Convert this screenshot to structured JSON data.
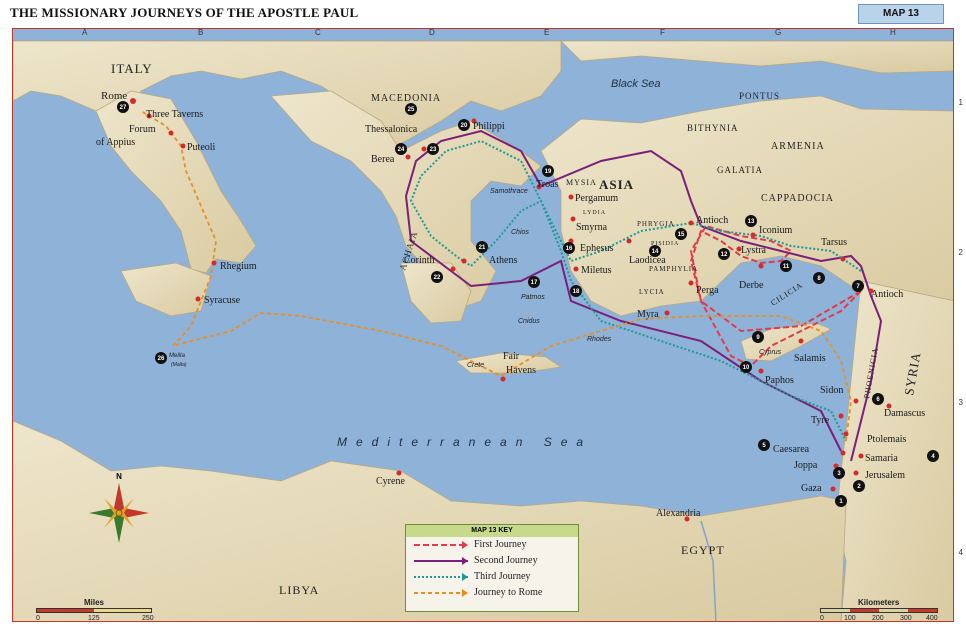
{
  "header": {
    "title": "THE MISSIONARY JOURNEYS OF THE APOSTLE PAUL",
    "map_label": "MAP 13"
  },
  "grid": {
    "columns": [
      "A",
      "B",
      "C",
      "D",
      "E",
      "F",
      "G",
      "H"
    ],
    "rows": [
      "1",
      "2",
      "3",
      "4"
    ]
  },
  "regions": {
    "italy": "ITALY",
    "macedonia": "MACEDONIA",
    "achaia": "ACHAIA",
    "asia": "ASIA",
    "mysia": "MYSIA",
    "lydia": "LYDIA",
    "phrygia": "PHRYGIA",
    "pisidia": "PISIDIA",
    "pamphylia": "PAMPHYLIA",
    "lycia": "LYCIA",
    "pontus": "PONTUS",
    "bithynia": "BITHYNIA",
    "armenia": "ARMENIA",
    "galatia": "GALATIA",
    "cappadocia": "CAPPADOCIA",
    "cilicia": "CILICIA",
    "syria": "SYRIA",
    "phoenicia": "PHOENICIA",
    "egypt": "EGYPT",
    "libya": "LIBYA"
  },
  "seas": {
    "black_sea": "Black Sea",
    "mediterranean": "Mediterranean Sea"
  },
  "islands": {
    "samothrace": "Samothrace",
    "chios": "Chios",
    "patmos": "Patmos",
    "cnidus": "Cnidus",
    "rhodes": "Rhodes",
    "cyprus": "Cyprus",
    "crete": "Crete",
    "melita": "Melita",
    "malta": "(Malta)"
  },
  "cities": {
    "rome": "Rome",
    "three_taverns": "Three Taverns",
    "forum_1": "Forum",
    "forum_2": "of Appius",
    "puteoli": "Puteoli",
    "rhegium": "Rhegium",
    "syracuse": "Syracuse",
    "thessalonica": "Thessalonica",
    "philippi": "Philippi",
    "berea": "Berea",
    "troas": "Troas",
    "pergamum": "Pergamum",
    "smyrna": "Smyrna",
    "ephesus": "Ephesus",
    "miletus": "Miletus",
    "athens": "Athens",
    "corinth": "Corinth",
    "laodicea": "Laodicea",
    "antioch_pisidia": "Antioch",
    "iconium": "Iconium",
    "lystra": "Lystra",
    "derbe": "Derbe",
    "perga": "Perga",
    "tarsus": "Tarsus",
    "antioch_syria": "Antioch",
    "myra": "Myra",
    "salamis": "Salamis",
    "paphos": "Paphos",
    "sidon": "Sidon",
    "damascus": "Damascus",
    "tyre": "Tyre",
    "ptolemais": "Ptolemais",
    "caesarea": "Caesarea",
    "samaria": "Samaria",
    "joppa": "Joppa",
    "jerusalem": "Jerusalem",
    "gaza": "Gaza",
    "fair_havens_1": "Fair",
    "fair_havens_2": "Havens",
    "cyrene": "Cyrene",
    "alexandria": "Alexandria"
  },
  "compass": {
    "north": "N"
  },
  "legend": {
    "title": "MAP 13 KEY",
    "items": [
      {
        "label": "First Journey",
        "color": "#e03c4b"
      },
      {
        "label": "Second Journey",
        "color": "#7a1f7a"
      },
      {
        "label": "Third Journey",
        "color": "#1e9a95"
      },
      {
        "label": "Journey to Rome",
        "color": "#e88f22"
      }
    ]
  },
  "scale_miles": {
    "title": "Miles",
    "ticks": [
      "0",
      "125",
      "250"
    ]
  },
  "scale_km": {
    "title": "Kilometers",
    "ticks": [
      "0",
      "100",
      "200",
      "300",
      "400"
    ]
  },
  "markers": [
    "1",
    "2",
    "3",
    "4",
    "5",
    "6",
    "7",
    "8",
    "9",
    "10",
    "11",
    "12",
    "13",
    "14",
    "15",
    "16",
    "17",
    "18",
    "19",
    "20",
    "21",
    "22",
    "23",
    "24",
    "25",
    "26",
    "27"
  ]
}
